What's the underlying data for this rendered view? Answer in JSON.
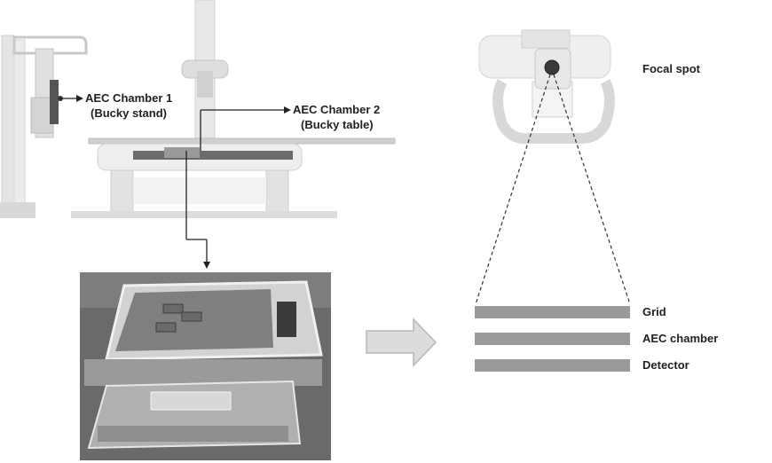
{
  "labels": {
    "aec1_line1": "AEC Chamber 1",
    "aec1_line2": "(Bucky stand)",
    "aec2_line1": "AEC Chamber 2",
    "aec2_line2": "(Bucky table)",
    "focal_spot": "Focal spot",
    "grid": "Grid",
    "aec_chamber": "AEC chamber",
    "detector": "Detector"
  },
  "colors": {
    "layer_bar": "#9a9a9a",
    "equipment_light": "#e6e6e6",
    "equipment_mid": "#c9c9c9",
    "photo_dark": "#4a4a4a",
    "arrow_fill": "#d9d9d9"
  }
}
